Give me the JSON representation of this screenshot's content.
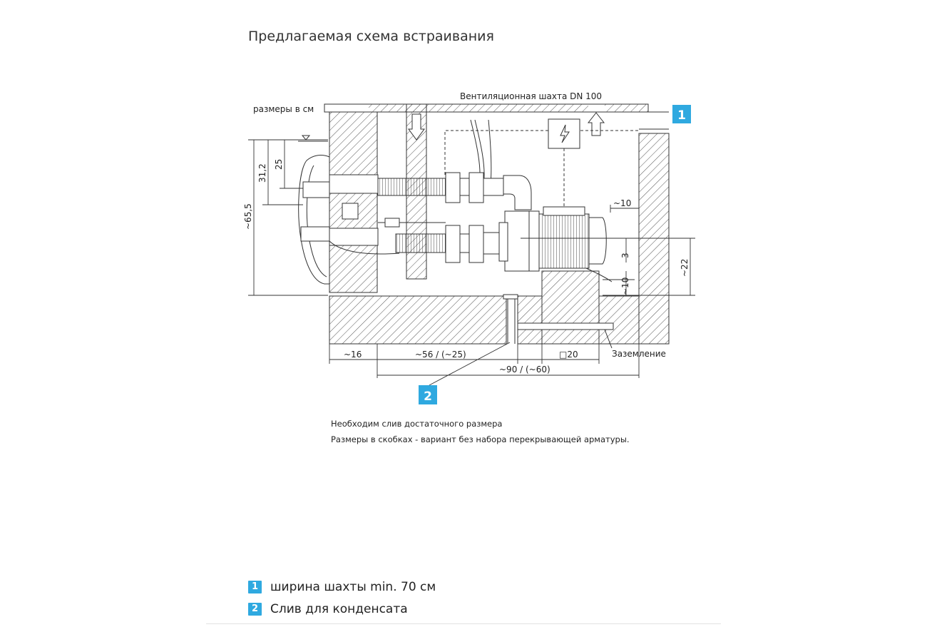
{
  "title": "Предлагаемая схема встраивания",
  "diagram": {
    "units_label": "размеры в см",
    "vent_shaft_label": "Вентиляционная шахта DN 100",
    "grounding_label": "Заземление",
    "dims": {
      "d_31_2": "31,2",
      "d_25": "25",
      "d_65_5": "~65,5",
      "d_22": "~22",
      "d_3": "3",
      "d_10_right": "~10",
      "d_10_top": "~10",
      "d_16": "~16",
      "d_56": "~56 / (~25)",
      "d_20": "□20",
      "d_90": "~90 /  (~60)"
    },
    "callouts": {
      "c1": "1",
      "c2": "2"
    }
  },
  "notes": {
    "line1": "Необходим слив достаточного размера",
    "line2": "Размеры в скобках - вариант без набора перекрывающей арматуры."
  },
  "legend": [
    {
      "num": "1",
      "text": "ширина шахты min. 70 см"
    },
    {
      "num": "2",
      "text": "Слив для конденсата"
    }
  ],
  "colors": {
    "accent": "#2fa9e0",
    "line": "#333333"
  }
}
